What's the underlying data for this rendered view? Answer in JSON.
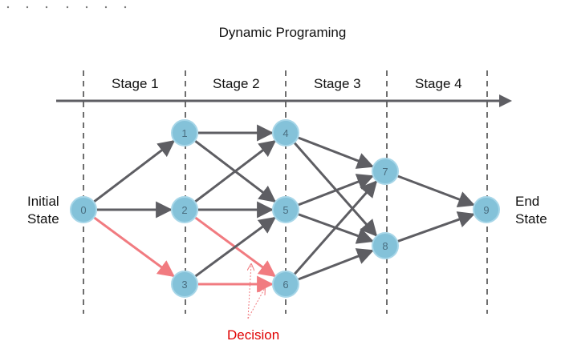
{
  "title": "Dynamic Programing",
  "stages": [
    "Stage 1",
    "Stage 2",
    "Stage 3",
    "Stage 4"
  ],
  "start_label": [
    "Initial",
    "State"
  ],
  "end_label": [
    "End",
    "State"
  ],
  "decision_label": "Decision",
  "colors": {
    "node_fill": "#84c2d9",
    "node_stroke": "#a7d6e8",
    "node_text": "#4a6e80",
    "edge": "#5e5e63",
    "decision_edge": "#f17b80",
    "divider": "#4a4a4a",
    "decision_text": "#e00000"
  },
  "nodes": [
    "0",
    "1",
    "2",
    "3",
    "4",
    "5",
    "6",
    "7",
    "8",
    "9"
  ],
  "edges": [
    [
      "0",
      "1"
    ],
    [
      "0",
      "2"
    ],
    [
      "0",
      "3"
    ],
    [
      "1",
      "4"
    ],
    [
      "1",
      "5"
    ],
    [
      "2",
      "4"
    ],
    [
      "2",
      "5"
    ],
    [
      "2",
      "6"
    ],
    [
      "3",
      "5"
    ],
    [
      "3",
      "6"
    ],
    [
      "4",
      "7"
    ],
    [
      "4",
      "8"
    ],
    [
      "5",
      "7"
    ],
    [
      "5",
      "8"
    ],
    [
      "6",
      "7"
    ],
    [
      "6",
      "8"
    ],
    [
      "7",
      "9"
    ],
    [
      "8",
      "9"
    ]
  ],
  "highlighted_edges": [
    [
      "0",
      "3"
    ],
    [
      "3",
      "6"
    ],
    [
      "2",
      "6"
    ]
  ]
}
